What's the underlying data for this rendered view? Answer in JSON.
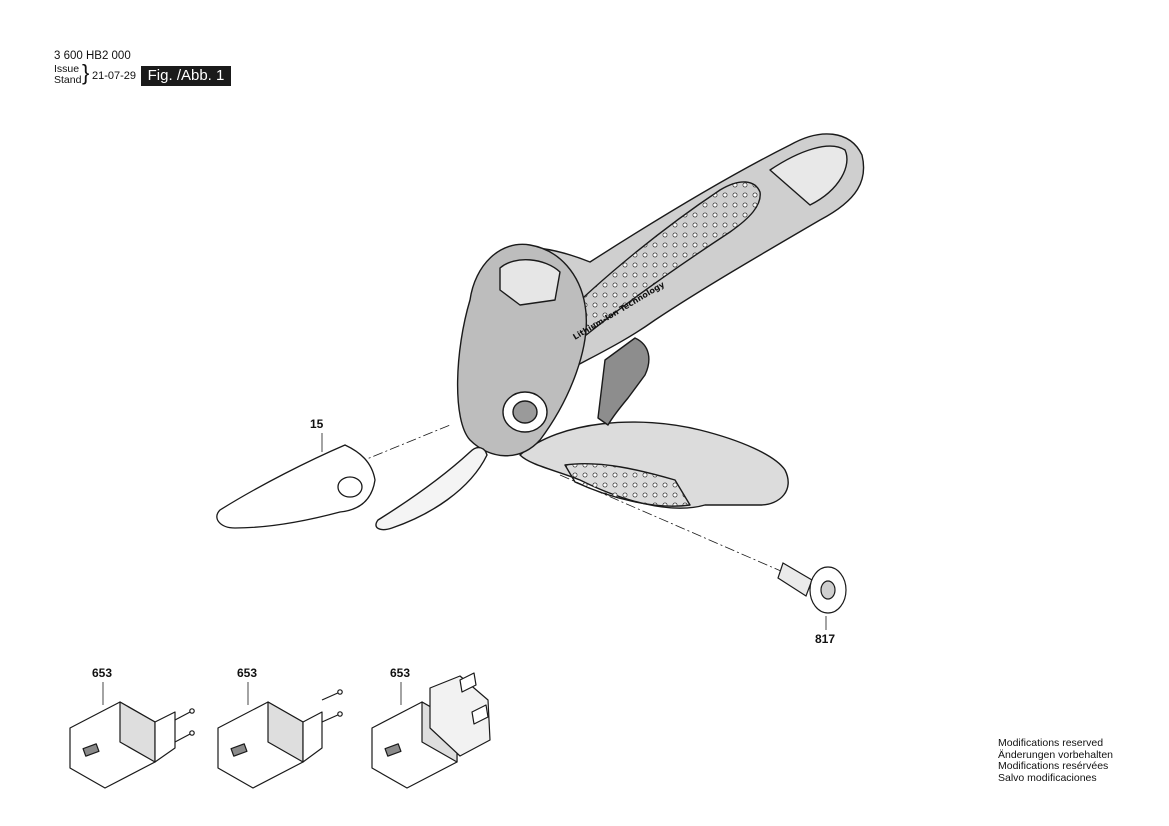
{
  "header": {
    "document_number": "3 600 HB2 000",
    "issue_label": "Issue",
    "stand_label": "Stand",
    "issue_date": "21-07-29",
    "figure_label": "Fig. /Abb. 1"
  },
  "drawing": {
    "callouts": [
      {
        "id": "blade",
        "number": "15"
      },
      {
        "id": "pivot-screw",
        "number": "817"
      },
      {
        "id": "charger-eu-1",
        "number": "653"
      },
      {
        "id": "charger-eu-2",
        "number": "653"
      },
      {
        "id": "charger-uk",
        "number": "653"
      }
    ],
    "handle_text": "Lithium-Ion Technology"
  },
  "footer": {
    "modifications": [
      "Modifications reserved",
      "Änderungen vorbehalten",
      "Modifications resérvées",
      "Salvo modificaciones"
    ]
  },
  "colors": {
    "line": "#1a1a1a",
    "shade": "#9a9a9a",
    "light_shade": "#c8c8c8",
    "grip": "#5c5c5c"
  }
}
